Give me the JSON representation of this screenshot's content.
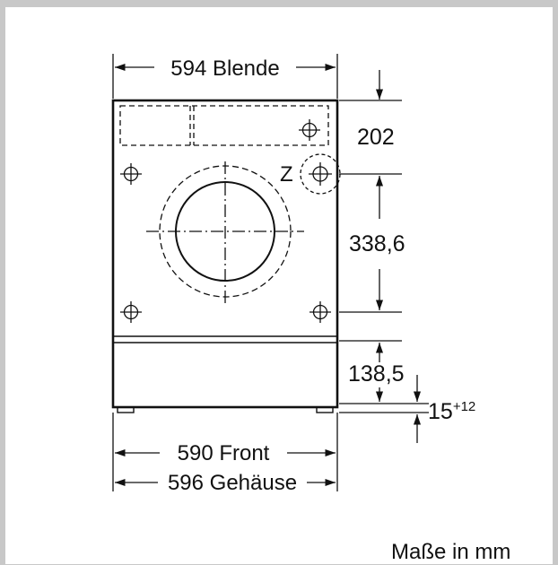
{
  "dimensions": {
    "blende": "594 Blende",
    "top_offset": "202",
    "connection_height": "338,6",
    "plinth_height": "138,5",
    "foot_base": "15",
    "foot_superscript": "+12",
    "front_width": "590 Front",
    "housing_width": "596 Gehäuse"
  },
  "markers": {
    "z": "Z"
  },
  "footer": {
    "units": "Maße in mm"
  },
  "colors": {
    "line": "#111111",
    "background": "#ffffff",
    "outer": "#c8c8c8"
  }
}
